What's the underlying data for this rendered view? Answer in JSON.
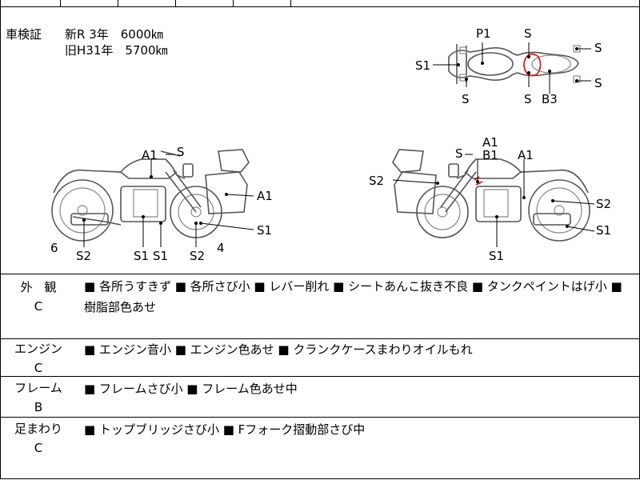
{
  "registration": {
    "label": "車検証",
    "line1": "新R 3年　6000㎞",
    "line2": "旧H31年　5700㎞"
  },
  "diagram_labels": {
    "top_view": [
      "P1",
      "S",
      "S1",
      "S",
      "S",
      "S",
      "S",
      "B3"
    ],
    "left_side": [
      "A1",
      "S",
      "A1",
      "S1",
      "S2",
      "S1",
      "S1",
      "S2",
      "6",
      "4"
    ],
    "right_side": [
      "A1",
      "S",
      "B1",
      "S2",
      "A1",
      "S2",
      "S1",
      "S1"
    ]
  },
  "annotation_color": "#d9241c",
  "sections": [
    {
      "category": "外　観",
      "grade": "C",
      "description": "■ 各所うすきず ■ 各所さび小 ■ レバー削れ ■ シートあんこ抜き不良 ■ タンクペイントはげ小 ■ 樹脂部色あせ"
    },
    {
      "category": "エンジン",
      "grade": "C",
      "description": "■ エンジン音小 ■ エンジン色あせ ■ クランクケースまわりオイルもれ"
    },
    {
      "category": "フレーム",
      "grade": "B",
      "description": "■ フレームさび小 ■ フレーム色あせ中"
    },
    {
      "category": "足まわり",
      "grade": "C",
      "description": "■ トップブリッジさび小 ■ Fフォーク摺動部さび中"
    }
  ]
}
